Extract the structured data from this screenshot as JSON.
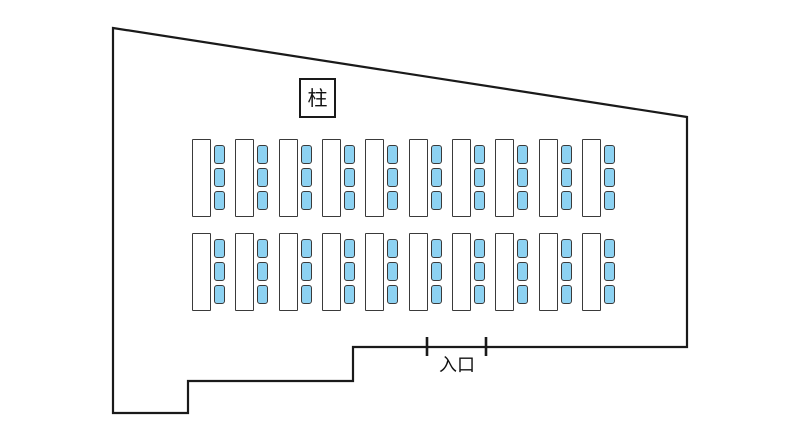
{
  "labels": {
    "pillar": "柱",
    "entrance": "入口"
  },
  "seating": {
    "rows": 2,
    "tables_per_row": 10,
    "chairs_per_table": 3,
    "total_tables": 20,
    "total_chairs": 60
  },
  "colors": {
    "background": "#ffffff",
    "wall": "#1a1a1a",
    "table_fill": "#ffffff",
    "table_border": "#3a3a3a",
    "chair_fill": "#8dd2f2",
    "chair_border": "#3a3a3a"
  }
}
